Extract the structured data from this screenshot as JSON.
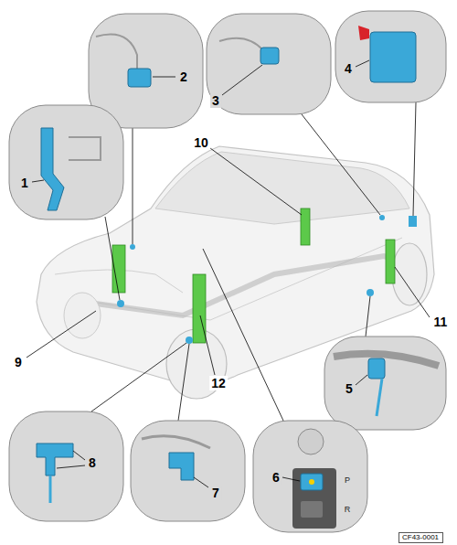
{
  "diagram": {
    "nodes": [
      {
        "text": [
          "CF43-0001"
        ]
      }
    ],
    "labels": [
      "2",
      "3",
      "4",
      "1",
      "10",
      "9",
      "11",
      "12",
      "5",
      "8",
      "7",
      "6",
      "P",
      "R"
    ]
  }
}
